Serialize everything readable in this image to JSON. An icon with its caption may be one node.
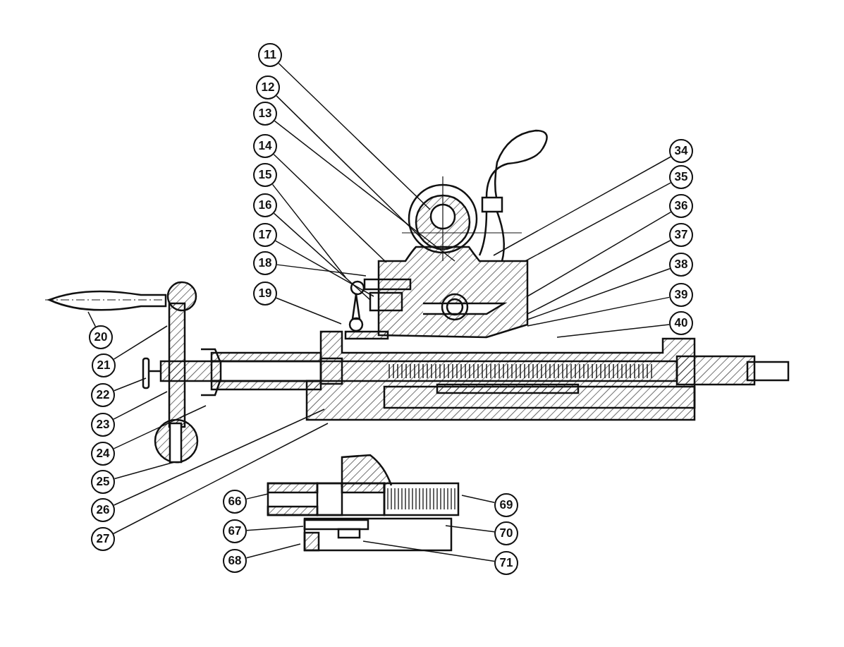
{
  "diagram": {
    "nodes": [
      {
        "text": [
          "11"
        ]
      },
      {
        "text": [
          "12"
        ]
      },
      {
        "text": [
          "13"
        ]
      },
      {
        "text": [
          "14"
        ]
      },
      {
        "text": [
          "15"
        ]
      },
      {
        "text": [
          "16"
        ]
      },
      {
        "text": [
          "17"
        ]
      },
      {
        "text": [
          "18"
        ]
      },
      {
        "text": [
          "19"
        ]
      },
      {
        "text": [
          "20"
        ]
      },
      {
        "text": [
          "21"
        ]
      },
      {
        "text": [
          "22"
        ]
      },
      {
        "text": [
          "23"
        ]
      },
      {
        "text": [
          "24"
        ]
      },
      {
        "text": [
          "25"
        ]
      },
      {
        "text": [
          "26"
        ]
      },
      {
        "text": [
          "27"
        ]
      },
      {
        "text": [
          "34"
        ]
      },
      {
        "text": [
          "35"
        ]
      },
      {
        "text": [
          "36"
        ]
      },
      {
        "text": [
          "37"
        ]
      },
      {
        "text": [
          "38"
        ]
      },
      {
        "text": [
          "39"
        ]
      },
      {
        "text": [
          "40"
        ]
      },
      {
        "text": [
          "66"
        ]
      },
      {
        "text": [
          "67"
        ]
      },
      {
        "text": [
          "68"
        ]
      },
      {
        "text": [
          "69"
        ]
      },
      {
        "text": [
          "70"
        ]
      },
      {
        "text": [
          "71"
        ]
      }
    ],
    "edges": [
      {
        "from": 0,
        "to": null,
        "arrow": "none"
      },
      {
        "from": 1,
        "to": null,
        "arrow": "none"
      },
      {
        "from": 2,
        "to": null,
        "arrow": "none"
      },
      {
        "from": 3,
        "to": null,
        "arrow": "none"
      },
      {
        "from": 4,
        "to": null,
        "arrow": "none"
      },
      {
        "from": 5,
        "to": null,
        "arrow": "none"
      },
      {
        "from": 6,
        "to": null,
        "arrow": "none"
      },
      {
        "from": 7,
        "to": null,
        "arrow": "none"
      },
      {
        "from": 8,
        "to": null,
        "arrow": "none"
      },
      {
        "from": 9,
        "to": null,
        "arrow": "none"
      },
      {
        "from": 10,
        "to": null,
        "arrow": "none"
      },
      {
        "from": 11,
        "to": null,
        "arrow": "none"
      },
      {
        "from": 12,
        "to": null,
        "arrow": "none"
      },
      {
        "from": 13,
        "to": null,
        "arrow": "none"
      },
      {
        "from": 14,
        "to": null,
        "arrow": "none"
      },
      {
        "from": 15,
        "to": null,
        "arrow": "none"
      },
      {
        "from": 16,
        "to": null,
        "arrow": "none"
      },
      {
        "from": 17,
        "to": null,
        "arrow": "none"
      },
      {
        "from": 18,
        "to": null,
        "arrow": "none"
      },
      {
        "from": 19,
        "to": null,
        "arrow": "none"
      },
      {
        "from": 20,
        "to": null,
        "arrow": "none"
      },
      {
        "from": 21,
        "to": null,
        "arrow": "none"
      },
      {
        "from": 22,
        "to": null,
        "arrow": "none"
      },
      {
        "from": 23,
        "to": null,
        "arrow": "none"
      },
      {
        "from": 24,
        "to": null,
        "arrow": "none"
      },
      {
        "from": 25,
        "to": null,
        "arrow": "none"
      },
      {
        "from": 26,
        "to": null,
        "arrow": "none"
      },
      {
        "from": 27,
        "to": null,
        "arrow": "none"
      },
      {
        "from": 28,
        "to": null,
        "arrow": "none"
      },
      {
        "from": 29,
        "to": null,
        "arrow": "none"
      }
    ]
  }
}
